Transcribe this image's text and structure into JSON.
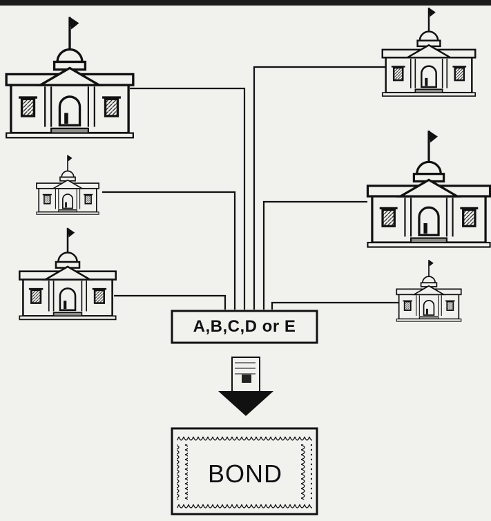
{
  "diagram": {
    "buildings": [
      {
        "id": "building-left-top",
        "style": "domed-courthouse-with-flag"
      },
      {
        "id": "building-left-middle",
        "style": "small-domed-courthouse-with-flag"
      },
      {
        "id": "building-left-bottom",
        "style": "domed-courthouse-with-flag"
      },
      {
        "id": "building-right-top",
        "style": "domed-courthouse-with-flag"
      },
      {
        "id": "building-right-middle",
        "style": "domed-courthouse-with-flag"
      },
      {
        "id": "building-right-bottom",
        "style": "small-domed-courthouse-with-flag"
      }
    ],
    "agency_label": "A,B,C,D or E",
    "arrow_icon": "document-down-arrow-icon",
    "bond_label": "BOND",
    "colors": {
      "ink": "#111111",
      "paper": "#f1f1ee",
      "shade": "#9a9a96"
    }
  }
}
